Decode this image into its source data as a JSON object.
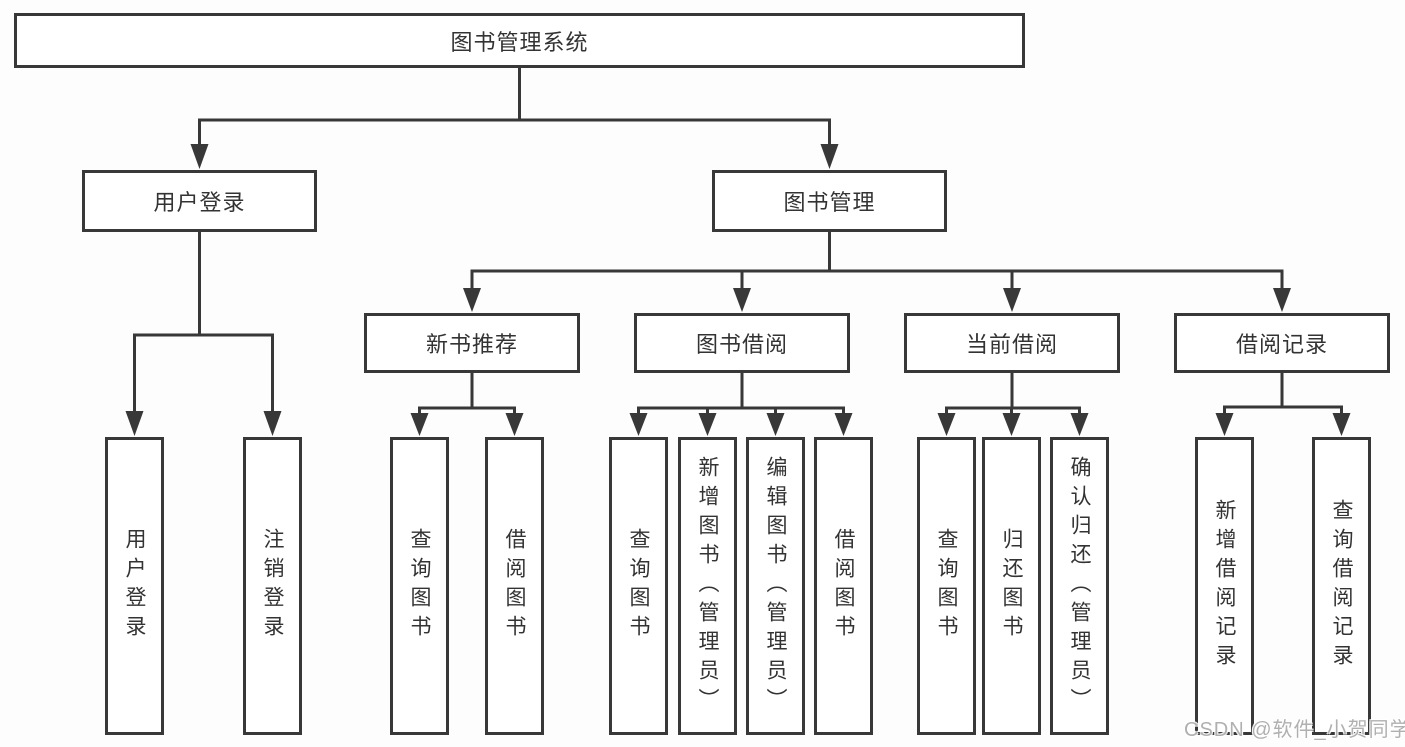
{
  "watermark": "CSDN @软件_小贺同学",
  "colors": {
    "line": "#383838",
    "text": "#333333",
    "box_background": "#ffffff",
    "page_background": "#fdfdfd",
    "watermark_text": "#b0b0b0"
  },
  "tree": {
    "root": {
      "label": "图书管理系统"
    },
    "children": [
      {
        "label": "用户登录",
        "children": [
          {
            "label": "用户登录"
          },
          {
            "label": "注销登录"
          }
        ]
      },
      {
        "label": "图书管理",
        "children": [
          {
            "label": "新书推荐",
            "children": [
              {
                "label": "查询图书"
              },
              {
                "label": "借阅图书"
              }
            ]
          },
          {
            "label": "图书借阅",
            "children": [
              {
                "label": "查询图书"
              },
              {
                "label": "新增图书（管理员）"
              },
              {
                "label": "编辑图书（管理员）"
              },
              {
                "label": "借阅图书"
              }
            ]
          },
          {
            "label": "当前借阅",
            "children": [
              {
                "label": "查询图书"
              },
              {
                "label": "归还图书"
              },
              {
                "label": "确认归还（管理员）"
              }
            ]
          },
          {
            "label": "借阅记录",
            "children": [
              {
                "label": "新增借阅记录"
              },
              {
                "label": "查询借阅记录"
              }
            ]
          }
        ]
      }
    ]
  }
}
